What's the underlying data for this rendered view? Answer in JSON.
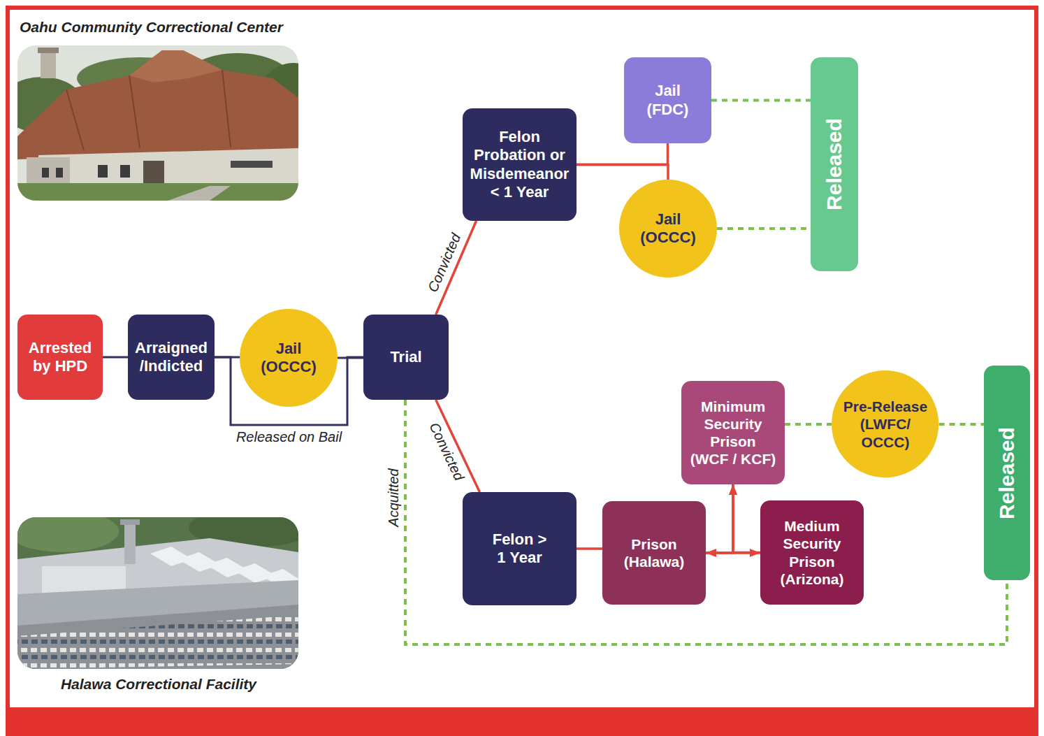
{
  "diagram": {
    "nodes": [
      {
        "text": [
          "Arrested by HPD"
        ]
      },
      {
        "text": [
          "Arraigned /Indicted"
        ]
      },
      {
        "text": [
          "Jail (OCCC)"
        ]
      },
      {
        "text": [
          "Trial"
        ]
      },
      {
        "text": [
          "Felon Probation or Misdemeanor < 1 Year"
        ]
      },
      {
        "text": [
          "Jail (FDC)"
        ]
      },
      {
        "text": [
          "Jail (OCCC)"
        ]
      },
      {
        "text": [
          "Released"
        ]
      },
      {
        "text": [
          "Felon > 1 Year"
        ]
      },
      {
        "text": [
          "Prison (Halawa)"
        ]
      },
      {
        "text": [
          "Minimum Security Prison (WCF / KCF)"
        ]
      },
      {
        "text": [
          "Medium Security Prison (Arizona)"
        ]
      },
      {
        "text": [
          "Pre-Release (LWFC/ OCCC)"
        ]
      },
      {
        "text": [
          "Released"
        ]
      }
    ],
    "edges": [
      {
        "from": 0,
        "to": 1,
        "arrow": "none"
      },
      {
        "from": 1,
        "to": 2,
        "arrow": "none"
      },
      {
        "from": 2,
        "to": 3,
        "arrow": "none"
      },
      {
        "from": 1,
        "to": 3,
        "label": "Released on Bail",
        "arrow": "none"
      },
      {
        "from": 3,
        "to": 4,
        "label": "Convicted",
        "arrow": "none"
      },
      {
        "from": 4,
        "to": 5,
        "arrow": "none"
      },
      {
        "from": 4,
        "to": 6,
        "arrow": "none"
      },
      {
        "from": 5,
        "to": 7,
        "arrow": "none"
      },
      {
        "from": 6,
        "to": 7,
        "arrow": "none"
      },
      {
        "from": 3,
        "to": 8,
        "label": "Convicted",
        "arrow": "none"
      },
      {
        "from": 3,
        "to": 13,
        "label": "Acquitted",
        "arrow": "none"
      },
      {
        "from": 8,
        "to": 9,
        "arrow": "none"
      },
      {
        "from": 9,
        "to": 11,
        "arrow": "both"
      },
      {
        "from": 9,
        "to": 10,
        "arrow": "to"
      },
      {
        "from": 11,
        "to": 10,
        "arrow": "to"
      },
      {
        "from": 10,
        "to": 12,
        "arrow": "none"
      },
      {
        "from": 12,
        "to": 13,
        "arrow": "none"
      }
    ],
    "labels": [
      "Oahu Community Correctional Center",
      "Halawa Correctional Facility"
    ]
  }
}
